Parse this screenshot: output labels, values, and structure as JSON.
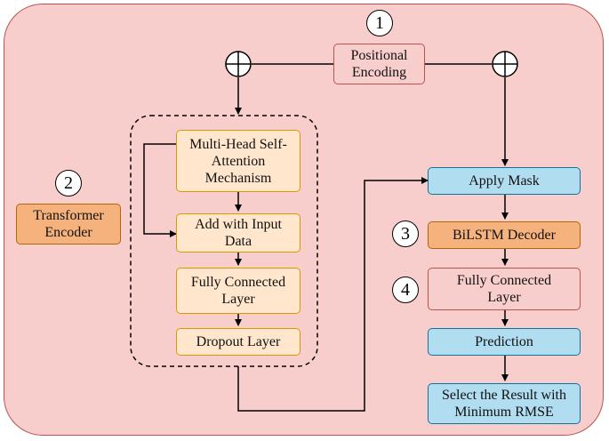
{
  "blocks": {
    "positional_encoding": "Positional\nEncoding",
    "transformer_encoder": "Transformer\nEncoder",
    "multi_head_attention": "Multi-Head Self-\nAttention\nMechanism",
    "add_input": "Add with Input\nData",
    "fully_connected_enc": "Fully Connected\nLayer",
    "dropout": "Dropout Layer",
    "apply_mask": "Apply Mask",
    "bilstm_decoder": "BiLSTM Decoder",
    "fully_connected_dec": "Fully Connected\nLayer",
    "prediction": "Prediction",
    "select_result": "Select the Result with\nMinimum RMSE"
  },
  "steps": {
    "s1": "1",
    "s2": "2",
    "s3": "3",
    "s4": "4"
  },
  "colors": {
    "background": "#f8cecc",
    "encoder_block": "#ffe6cc",
    "encoder_label": "#f5b27c",
    "decoder_block": "#b1ddf0",
    "highlight": "#f8cecc"
  }
}
